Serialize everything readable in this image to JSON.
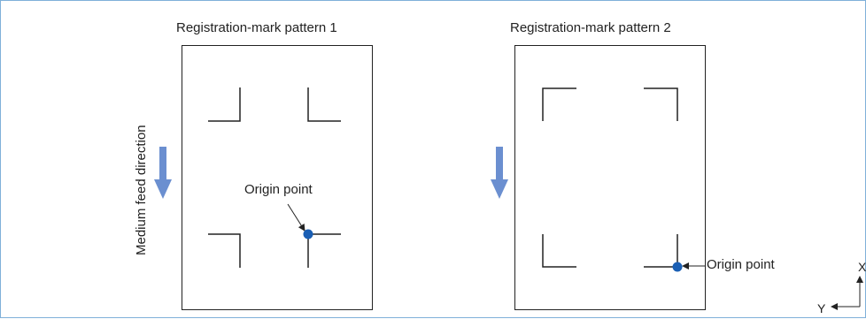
{
  "pattern1": {
    "title": "Registration-mark pattern 1",
    "origin_label": "Origin point"
  },
  "pattern2": {
    "title": "Registration-mark pattern 2",
    "origin_label": "Origin point"
  },
  "feed_label": "Medium feed direction",
  "axes": {
    "x_label": "X",
    "y_label": "Y"
  },
  "colors": {
    "arrow_fill": "#6b8fd0",
    "origin_dot": "#1a5fb4",
    "frame": "#7fb0d9",
    "lines": "#222222"
  }
}
